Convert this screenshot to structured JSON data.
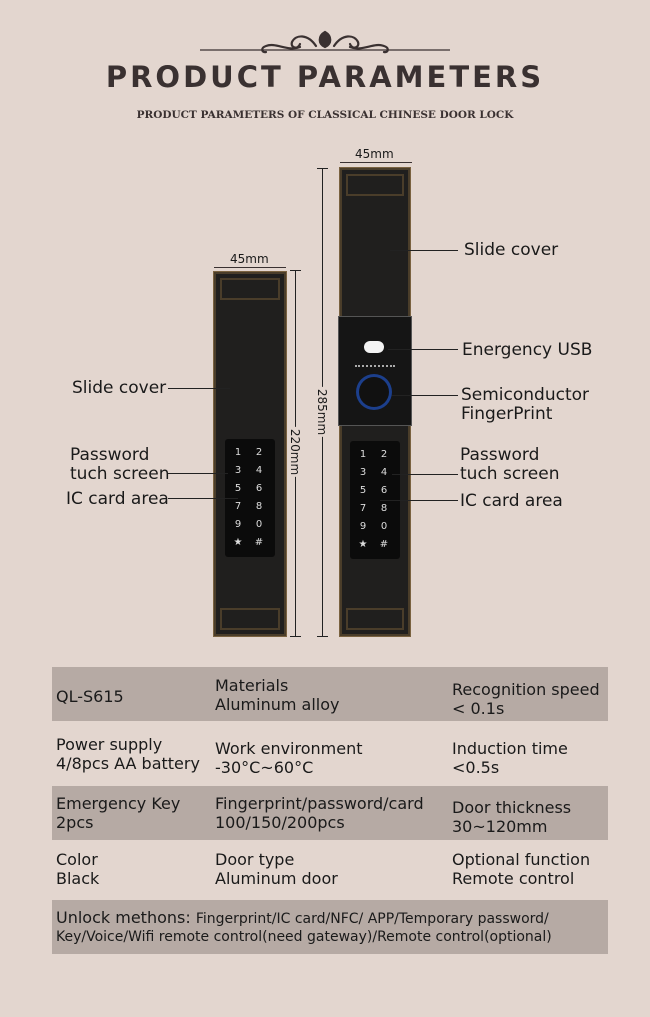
{
  "header": {
    "title": "PRODUCT PARAMETERS",
    "subtitle": "PRODUCT PARAMETERS OF CLASSICAL CHINESE DOOR LOCK"
  },
  "left_lock": {
    "width": "45mm",
    "height": "220mm",
    "labels": {
      "slide_cover": "Slide cover",
      "password_line1": "Password",
      "password_line2": "tuch screen",
      "ic_card": "IC card area"
    }
  },
  "right_lock": {
    "width": "45mm",
    "height": "285mm",
    "labels": {
      "slide_cover": "Slide cover",
      "usb": "Energency USB",
      "fp_line1": "Semiconductor",
      "fp_line2": "FingerPrint",
      "password_line1": "Password",
      "password_line2": "tuch screen",
      "ic_card": "IC card area"
    }
  },
  "keypad": [
    "1",
    "2",
    "3",
    "4",
    "5",
    "6",
    "7",
    "8",
    "9",
    "0",
    "★",
    "#"
  ],
  "specs": {
    "rows": [
      [
        {
          "l1": "QL-S615",
          "l2": ""
        },
        {
          "l1": "Materials",
          "l2": "Aluminum alloy"
        },
        {
          "l1": "Recognition speed",
          "l2": "< 0.1s"
        }
      ],
      [
        {
          "l1": "Power supply",
          "l2": "4/8pcs AA battery"
        },
        {
          "l1": "Work environment",
          "l2": "-30°C~60°C"
        },
        {
          "l1": "Induction time",
          "l2": "<0.5s"
        }
      ],
      [
        {
          "l1": "Emergency Key",
          "l2": "2pcs"
        },
        {
          "l1": "Fingerprint/password/card",
          "l2": "100/150/200pcs"
        },
        {
          "l1": "Door thickness",
          "l2": "30~120mm"
        }
      ],
      [
        {
          "l1": "Color",
          "l2": "Black"
        },
        {
          "l1": "Door type",
          "l2": "Aluminum door"
        },
        {
          "l1": "Optional function",
          "l2": "Remote control"
        }
      ]
    ],
    "unlock_label": "Unlock methons: ",
    "unlock_line1": "Fingerprint/IC card/NFC/ APP/Temporary password/",
    "unlock_line2": "Key/Voice/Wifi remote control(need gateway)/Remote control(optional)"
  }
}
